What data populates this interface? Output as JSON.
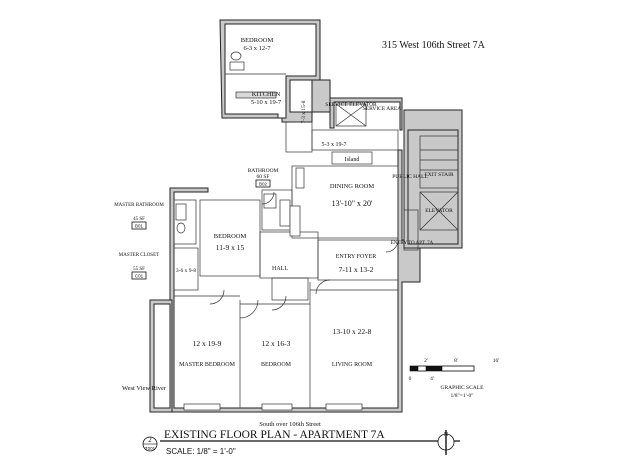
{
  "address": "315 West 106th Street 7A",
  "rooms": {
    "bedroom_top": {
      "name": "BEDROOM",
      "dim": "6-3 x 12-7"
    },
    "kitchen": {
      "name": "KITCHEN",
      "dim": "5-10 x 19-7"
    },
    "service_elevator": "SERVICE ELEVATOR",
    "service_area": "SERVICE AREA",
    "hall_dim_vertical": "7-3 x 15-8",
    "pantry_dim": "5-3 x 19-7",
    "island": "Island",
    "bathroom": {
      "name": "BATHROOM",
      "sf": "60 SF",
      "tag": "B02"
    },
    "dining_room": {
      "name": "DINING ROOM",
      "dim": "13'-10\" x 20'"
    },
    "public_hall": "PUBLIC HALL",
    "exit_stair": "EXIT STAIR",
    "elevator": "ELEVATOR",
    "master_bathroom": {
      "name": "MASTER BATHROOM",
      "sf": "45 SF",
      "tag": "B01"
    },
    "master_closet": {
      "name": "MASTER CLOSET",
      "sf": "55 SF",
      "tag": "C01"
    },
    "bedroom_mid": {
      "name": "BEDROOM",
      "dim": "11-9 x 15"
    },
    "closet_dim": "3-6 x 9-8",
    "entry_foyer": {
      "name": "ENTRY FOYER",
      "dim": "7-11 x 13-2"
    },
    "entry_to": "ENTRY TO APT. 7A",
    "hall": "HALL",
    "master_bedroom": {
      "name": "MASTER BEDROOM",
      "dim": "12 x 19-9"
    },
    "bedroom_low": {
      "name": "BEDROOM",
      "dim": "12 x 16-3"
    },
    "living_room": {
      "name": "LIVING ROOM",
      "dim": "13-10 x 22-8"
    }
  },
  "view_west": "West View River",
  "view_south": "South over 106th Street",
  "scale_bar": {
    "ticks": [
      "0",
      "2'",
      "4'",
      "8'",
      "16'"
    ],
    "label": "GRAPHIC SCALE",
    "ratio": "1/8\"=1'-0\""
  },
  "title_block": {
    "number": "2",
    "sheet": "T001",
    "title": "EXISTING FLOOR PLAN - APARTMENT 7A",
    "scale": "SCALE: 1/8\" = 1'-0\""
  },
  "north_letter": "N"
}
